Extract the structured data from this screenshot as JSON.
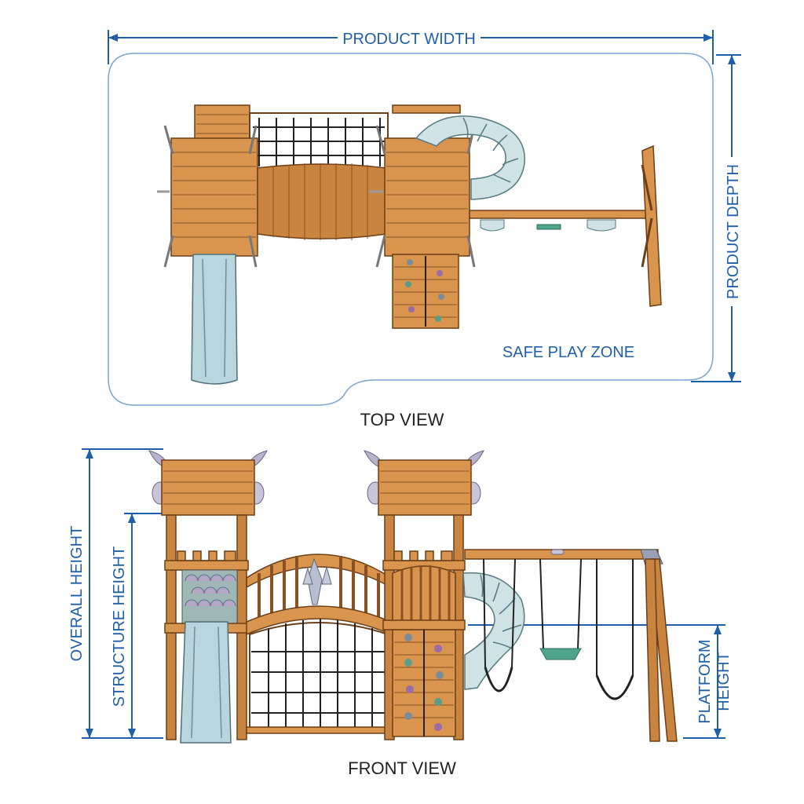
{
  "top_view": {
    "caption": "TOP VIEW",
    "width_label": "PRODUCT WIDTH",
    "depth_label": "PRODUCT DEPTH",
    "zone_label": "SAFE PLAY ZONE"
  },
  "front_view": {
    "caption": "FRONT VIEW",
    "overall_height_label": "OVERALL HEIGHT",
    "structure_height_label": "STRUCTURE HEIGHT",
    "platform_height_line1": "PLATFORM",
    "platform_height_line2": "HEIGHT"
  },
  "colors": {
    "dimension_blue": "#1f5fa8",
    "wood": "#d9954e",
    "slide": "#b9d6df",
    "tube": "#cfe3e6"
  }
}
